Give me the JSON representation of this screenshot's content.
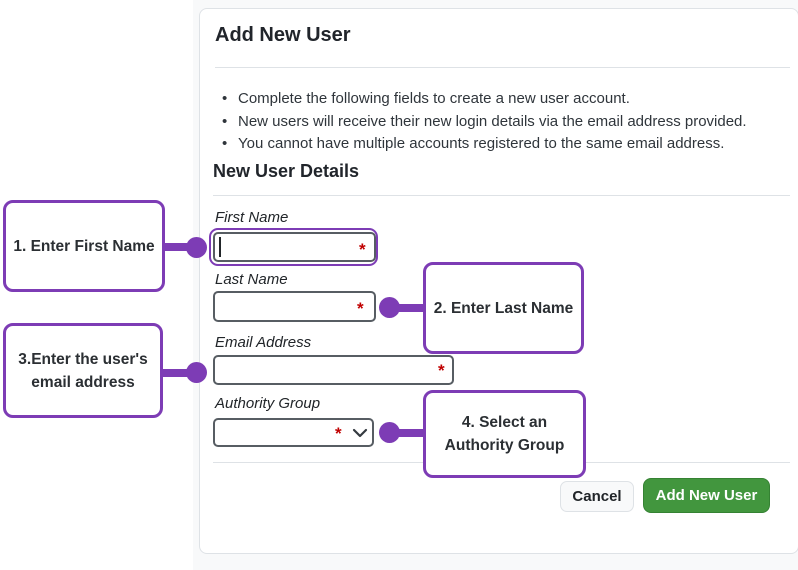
{
  "card": {
    "title": "Add New User",
    "intro_bullets": [
      "Complete the following fields to create a new user account.",
      "New users will receive their new login details via the email address provided.",
      "You cannot have multiple accounts registered to the same email address."
    ],
    "section_heading": "New User Details",
    "required_marker": "*",
    "fields": [
      {
        "label": "First Name",
        "value": "",
        "required": true,
        "focused": true,
        "type": "text"
      },
      {
        "label": "Last Name",
        "value": "",
        "required": true,
        "type": "text"
      },
      {
        "label": "Email Address",
        "value": "",
        "required": true,
        "type": "text"
      },
      {
        "label": "Authority Group",
        "selected_value": "",
        "required": true,
        "type": "select"
      }
    ],
    "buttons": {
      "cancel": "Cancel",
      "submit": "Add New User"
    }
  },
  "annotations": [
    {
      "step": "1",
      "lines": [
        "1. Enter First Name"
      ]
    },
    {
      "step": "2",
      "lines": [
        "2. Enter Last Name"
      ]
    },
    {
      "step": "3",
      "lines": [
        "3.Enter the user's",
        "email address"
      ]
    },
    {
      "step": "4",
      "lines": [
        "4. Select an",
        "Authority Group"
      ]
    }
  ],
  "colors": {
    "annotation_purple": "#7d3cb5",
    "submit_green": "#42963e",
    "required_red": "#c00000",
    "card_border": "#dee2e6",
    "page_background": "#f8f9fa",
    "text": "#212529"
  },
  "icons": {
    "select_chevron": "chevron-down"
  }
}
